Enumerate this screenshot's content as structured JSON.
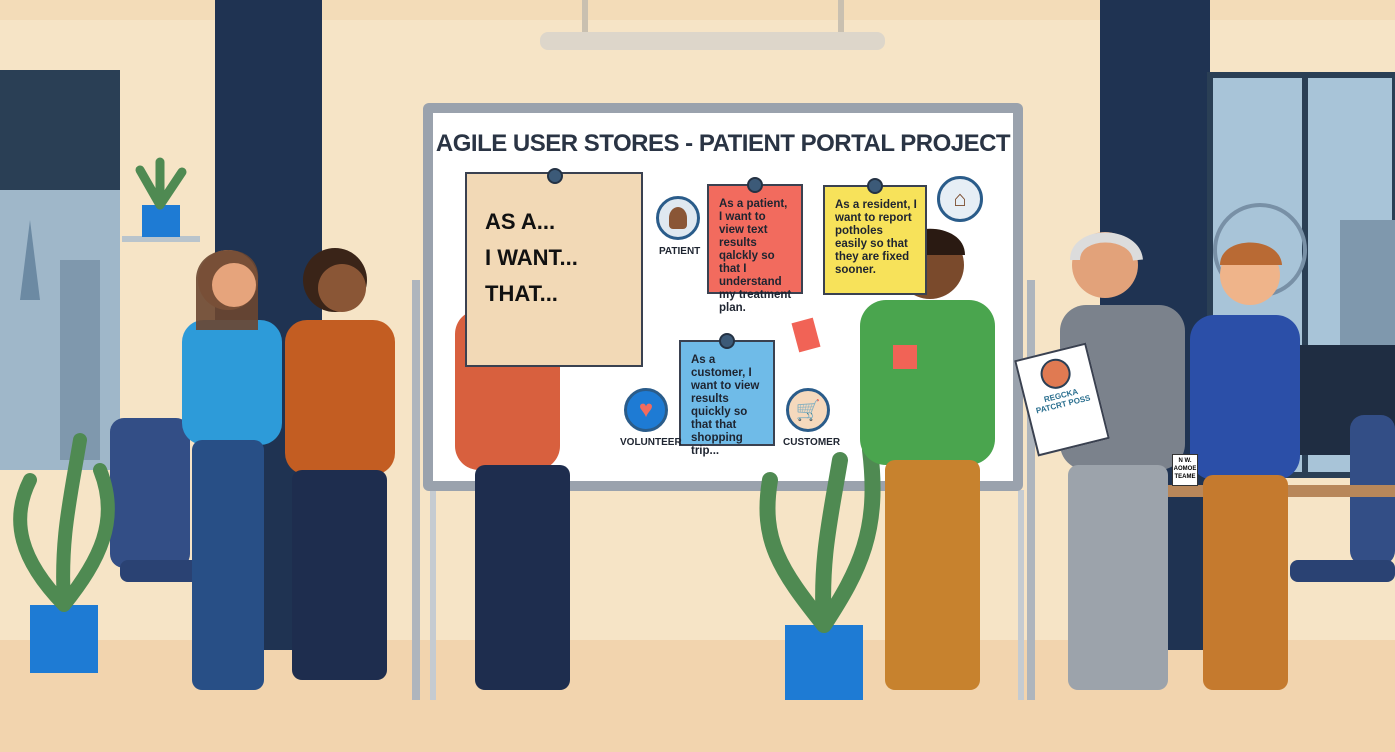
{
  "board": {
    "title": "AGILE USER STORES - PATIENT PORTAL PROJECT",
    "big_note": [
      "AS A...",
      "I WANT...",
      "THAT..."
    ],
    "notes": [
      {
        "text": "As a patient, I want to view text results qalckly so that I understand my treatment plan.",
        "color": "#f26b5e"
      },
      {
        "text": "As a resident, I want to report potholes easily so that they are fixed sooner.",
        "color": "#f7e25a"
      },
      {
        "text": "As a customer, I want to view results quickly so that that shopping trip...",
        "color": "#6fbbe8"
      }
    ],
    "personas": [
      "PATIENT",
      "VOLUNTEER",
      "CUSTOMER"
    ]
  },
  "poster": {
    "title": "REGCKA",
    "subtitle": "PATCRT POSS"
  },
  "mug": {
    "text": "N W. AOMOE TEAME"
  },
  "colors": {
    "wall": "#f6e4c6",
    "column": "#1f3352",
    "board_frame": "#9aa2ad"
  }
}
